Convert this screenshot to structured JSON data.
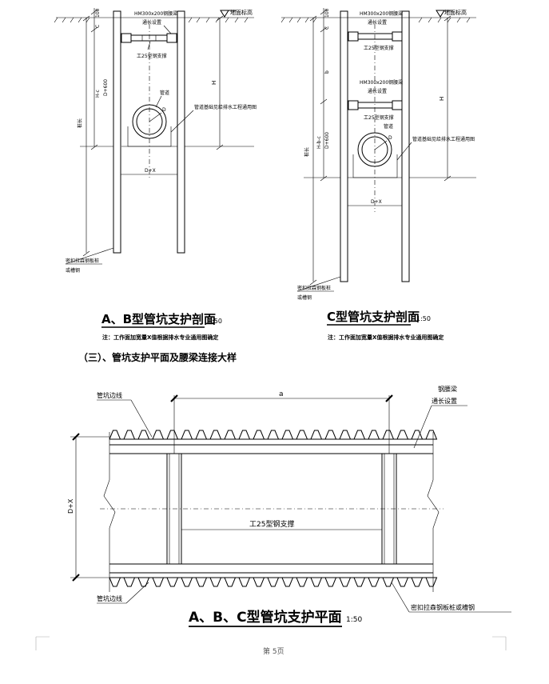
{
  "left_section": {
    "ground_label": "地面标高",
    "beam_label": "HM300x200钢腰梁",
    "beam_sub": "通长设置",
    "strut_label": "工25型钢支撑",
    "pipe_label": "管道",
    "pipe_d": "D",
    "foundation_note": "管道基础见给排水工程通用图",
    "dim_100": "100",
    "dim_c": "C",
    "dim_h": "H",
    "dim_hc": "H-c",
    "dim_d600": "D+600",
    "dim_pile": "桩长",
    "dim_dx": "D+X",
    "pile_label_1": "密扣拉森钢板桩",
    "pile_label_2": "或槽钢",
    "title": "A、B型管坑支护剖面",
    "scale": "1:50",
    "note": "注：工作面加宽量X值根据排水专业通用图确定"
  },
  "right_section": {
    "ground_label": "地面标高",
    "beam_label_1": "HM300x200钢腰梁",
    "beam_sub_1": "通长设置",
    "strut_label_1": "工25型钢支撑",
    "beam_label_2": "HM300x200钢腰梁",
    "beam_sub_2": "通长设置",
    "strut_label_2": "工25型钢支撑",
    "pipe_label": "管道",
    "pipe_d": "D",
    "foundation_note": "管道基础见给排水工程通用图",
    "dim_100": "100",
    "dim_c": "C",
    "dim_b": "b",
    "dim_h": "H",
    "dim_hbc": "H-b-c",
    "dim_d600": "D+600",
    "dim_pile": "桩长",
    "dim_dx": "D+X",
    "pile_label_1": "密扣拉森钢板桩",
    "pile_label_2": "或槽钢",
    "title": "C型管坑支护剖面",
    "scale": "1:50",
    "note": "注：工作面加宽量X值根据排水专业通用图确定"
  },
  "section_heading": "（三）、管坑支护平面及腰梁连接大样",
  "plan": {
    "edge_top": "管坑边线",
    "edge_bottom": "管坑边线",
    "dim_a": "a",
    "beam_label": "钢腰梁",
    "beam_sub": "通长设置",
    "strut_label": "工25型钢支撑",
    "dim_dx": "D+X",
    "pile_label": "密扣拉森钢板桩或槽钢",
    "title": "A、B、C型管坑支护平面",
    "scale": "1:50"
  },
  "footer": {
    "page": "第 5页"
  }
}
